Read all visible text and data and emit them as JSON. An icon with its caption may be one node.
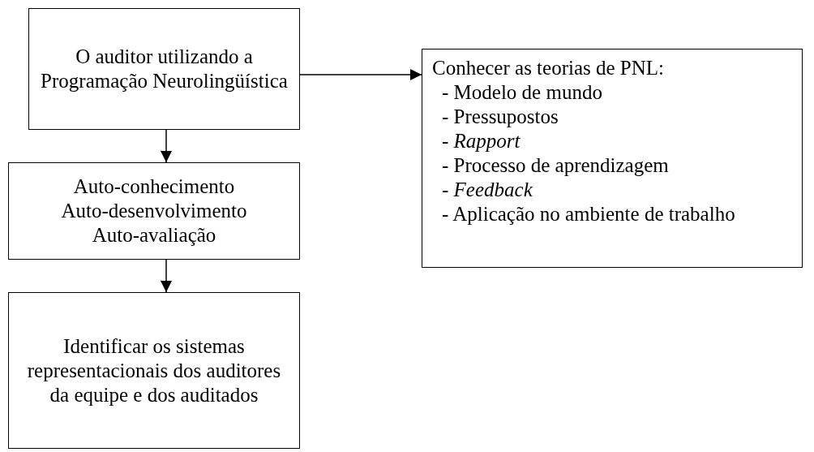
{
  "diagram": {
    "nodes": [
      {
        "text": [
          "O auditor utilizando a Programação Neurolingüística"
        ]
      },
      {
        "text": [
          "Auto-conhecimento",
          "Auto-desenvolvimento",
          "Auto-avaliação"
        ]
      },
      {
        "text": [
          "Identificar os sistemas representacionais dos auditores da equipe e dos auditados"
        ]
      },
      {
        "text": [
          "Conhecer as teorias de PNL:",
          "- Modelo de mundo",
          "- Pressupostos",
          "- *Rapport*",
          "- Processo de aprendizagem",
          "- *Feedback*",
          "- Aplicação no ambiente de trabalho"
        ]
      }
    ],
    "edges": [
      {
        "from": 0,
        "to": 3,
        "arrow": "to"
      },
      {
        "from": 0,
        "to": 1,
        "arrow": "to"
      },
      {
        "from": 1,
        "to": 2,
        "arrow": "to"
      }
    ]
  }
}
